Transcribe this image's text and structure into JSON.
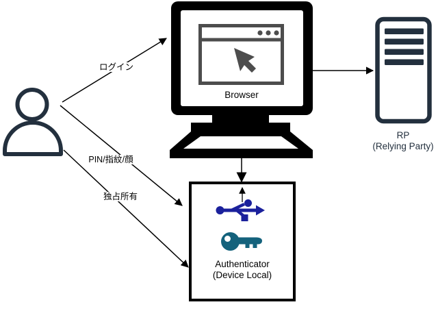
{
  "colors": {
    "navy": "#23303E",
    "usb_blue": "#1B219C",
    "key_teal": "#14627C",
    "browser_gray": "#4D4D4D",
    "black": "#000000",
    "background": "#FFFFFF"
  },
  "nodes": {
    "user": {
      "icon": "person-icon"
    },
    "browser": {
      "label": "Browser",
      "icons": [
        "monitor-icon",
        "browser-window-icon",
        "cursor-icon",
        "keyboard-icon"
      ]
    },
    "rp": {
      "label_line1": "RP",
      "label_line2": "(Relying Party)",
      "icon": "server-icon"
    },
    "authenticator": {
      "label_line1": "Authenticator",
      "label_line2": "(Device Local)",
      "icons": [
        "usb-icon",
        "key-icon"
      ]
    }
  },
  "edges": {
    "login": {
      "label": "ログイン",
      "from": "user",
      "to": "browser"
    },
    "pin": {
      "label": "PIN/指紋/顔",
      "from": "user",
      "to": "authenticator"
    },
    "possession": {
      "label": "独占所有",
      "from": "user",
      "to": "authenticator"
    },
    "browser_to_rp": {
      "label": "",
      "from": "browser",
      "to": "rp"
    },
    "keyboard_to_authenticator": {
      "label": "",
      "from": "browser",
      "to": "authenticator"
    },
    "usb_up": {
      "label": "",
      "from": "authenticator",
      "to": "browser"
    }
  }
}
